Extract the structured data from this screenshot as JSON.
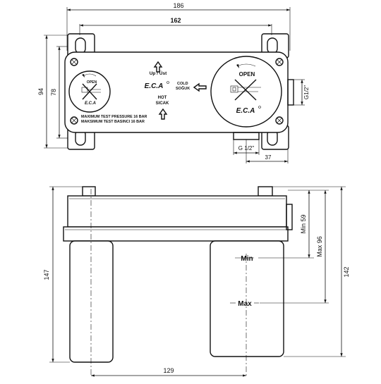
{
  "top_view": {
    "dim_overall_width": "186",
    "dim_inner_width": "162",
    "dim_overall_height": "94",
    "dim_inner_height": "78",
    "dim_side_outlet": "G1/2\"",
    "dim_bottom_outlet": "G 1/2\"",
    "dim_offset": "37",
    "label_up": "Up / Üst",
    "label_cold_1": "COLD",
    "label_cold_2": "SOĞUK",
    "label_hot_1": "HOT",
    "label_hot_2": "SICAK",
    "label_open_small": "OPEN",
    "label_open_large": "OPEN",
    "logo_text": "E.C.A",
    "warning_line_1": "MAXIMUM TEST PRESSURE 16 BAR",
    "warning_line_2": "MAKSIMUM TEST BASINCI 16 BAR"
  },
  "side_view": {
    "dim_total_height": "147",
    "dim_max_height": "142",
    "dim_max_depth": "Max 96",
    "dim_min_depth": "Min 59",
    "dim_spacing": "129",
    "label_min": "Min",
    "label_max": "Max"
  }
}
